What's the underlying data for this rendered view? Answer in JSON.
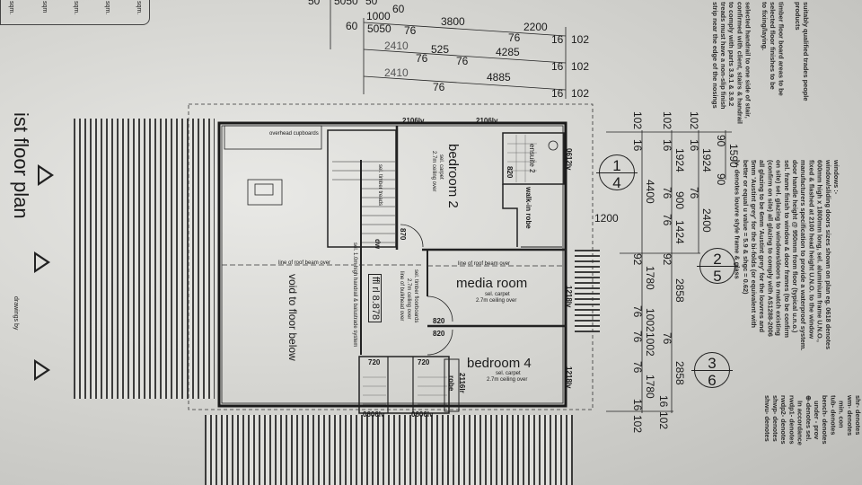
{
  "title": "ist floor plan",
  "drawings_by": "drawings by",
  "area_table": [
    "sqm.",
    "sqm.",
    "sqm.",
    "sqm",
    "sqm."
  ],
  "rooms": {
    "bedroom2": {
      "name": "bedroom 2",
      "finish": "sel. carpet",
      "ceiling": "2.7m ceiling over"
    },
    "media": {
      "name": "media room",
      "finish": "sel. carpet",
      "ceiling": "2.7m ceiling over"
    },
    "bedroom4": {
      "name": "bedroom 4",
      "finish": "sel. carpet",
      "ceiling": "2.7m ceiling over"
    },
    "void": "void to floor below",
    "walkin": "walk-in robe",
    "ensuite": "ensuite 2",
    "robe": "robe",
    "cupboards": "overhead cupboards",
    "dw": "dw",
    "ffl": "ffl rl 8.878",
    "handrail": "sel. 1.0m high handrail & balustrade system",
    "stair_treads": "sel. timber treads",
    "floorboards": [
      "sel. timber floorboards",
      "2.7m ceiling over",
      "line of bulkhead over"
    ],
    "roof_beam": "line of roof beam over"
  },
  "doors": [
    "870",
    "820",
    "820",
    "820",
    "720",
    "720"
  ],
  "windows": [
    "2106lv",
    "2106lv",
    "0612lv",
    "1218lv",
    "1218lv",
    "2116lr",
    "0606lv",
    "0606lv"
  ],
  "top_dims": {
    "row0": [
      "50",
      "5050",
      "50"
    ],
    "row1": [
      "60",
      "1000",
      "60",
      "5050",
      "76",
      "3800",
      "76",
      "2200",
      "16",
      "102"
    ],
    "row2": [
      "2410",
      "76",
      "525",
      "76",
      "4285",
      "16",
      "102"
    ],
    "row3": [
      "2410",
      "76",
      "4885",
      "16",
      "102"
    ]
  },
  "right_dims": {
    "colA": [
      "102",
      "16",
      "4400",
      "92",
      "1780",
      "76",
      "1002",
      "76",
      "1002",
      "76",
      "1780",
      "16",
      "102"
    ],
    "colB": [
      "102",
      "16",
      "1924",
      "76",
      "900",
      "76",
      "1424",
      "92",
      "2858",
      "76",
      "2858",
      "16",
      "102"
    ],
    "colC": [
      "102",
      "16",
      "1924",
      "76",
      "2400"
    ],
    "colD": [
      "90",
      "1590",
      "90"
    ],
    "side": "1200"
  },
  "sections": [
    {
      "top": "1",
      "bottom": "4"
    },
    {
      "top": "2",
      "bottom": "5"
    },
    {
      "top": "3",
      "bottom": "6"
    }
  ],
  "notes": {
    "block1": "suitably qualified trades people\nproducts\n\ntimber floor board areas to be\nselected floor finishes to be\nto fixing/laying.\n\nselected handrail to one side of stair,\nconfirmed with client, stairs & handrail\nto comply with parts 3.9.1 & 3.9.2\ntreads must have a non-slip finish\nstrip near the edge of the nosings",
    "block2": "windows :-\nwindow/sliding doors sizes shown on plan eg. 0618 denotes\n600mm high x 1800mm long, sel. aluminium frame U.N.O.,\nfixed & flashed at 2100 head height U.N.O. to the window\nmanufacturers specification to provide a waterproof system.\ndoor handle height @ 950mm from floor (typical u.n.o.)\nsel. frame finish to window & door frames (to be confirm\non site) sel. glazing to windows/doors to match existing\n(confirm on site) all glazing to comply with AS1288-2006\nall glazing to be 6mm 'Austint grey' for the louvres and\n5mm 'Austint grey' for the bi-folds (or equivalent with\nbetter or equal u value = 5.9 & shgc = 0.62)\nlv- denotes louvre style frame & glass",
    "block3": "shr- denotes\nwm- denotes\n   min. con\ntub- denotes\nbench- denotes\n   under - prov\n⊕-denotes sel.\n   In accordance\nrwdp1- denotes\nrwdp2- denotes\nshwp- denotes\nshwu- denotes"
  }
}
